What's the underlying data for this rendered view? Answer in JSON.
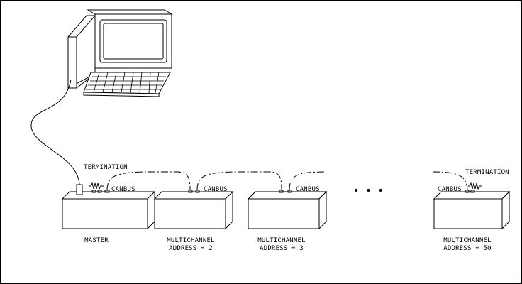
{
  "labels": {
    "termination_master": "TERMINATION",
    "termination_end": "TERMINATION",
    "canbus": [
      "CANBUS",
      "CANBUS",
      "CANBUS",
      "CANBUS"
    ],
    "ellipsis": "•   •   •"
  },
  "nodes": [
    {
      "line1": "MASTER",
      "line2": ""
    },
    {
      "line1": "MULTICHANNEL",
      "line2": "ADDRESS = 2"
    },
    {
      "line1": "MULTICHANNEL",
      "line2": "ADDRESS = 3"
    },
    {
      "line1": "MULTICHANNEL",
      "line2": "ADDRESS = 50"
    }
  ],
  "colors": {
    "line": "#000000",
    "background": "#ffffff"
  }
}
